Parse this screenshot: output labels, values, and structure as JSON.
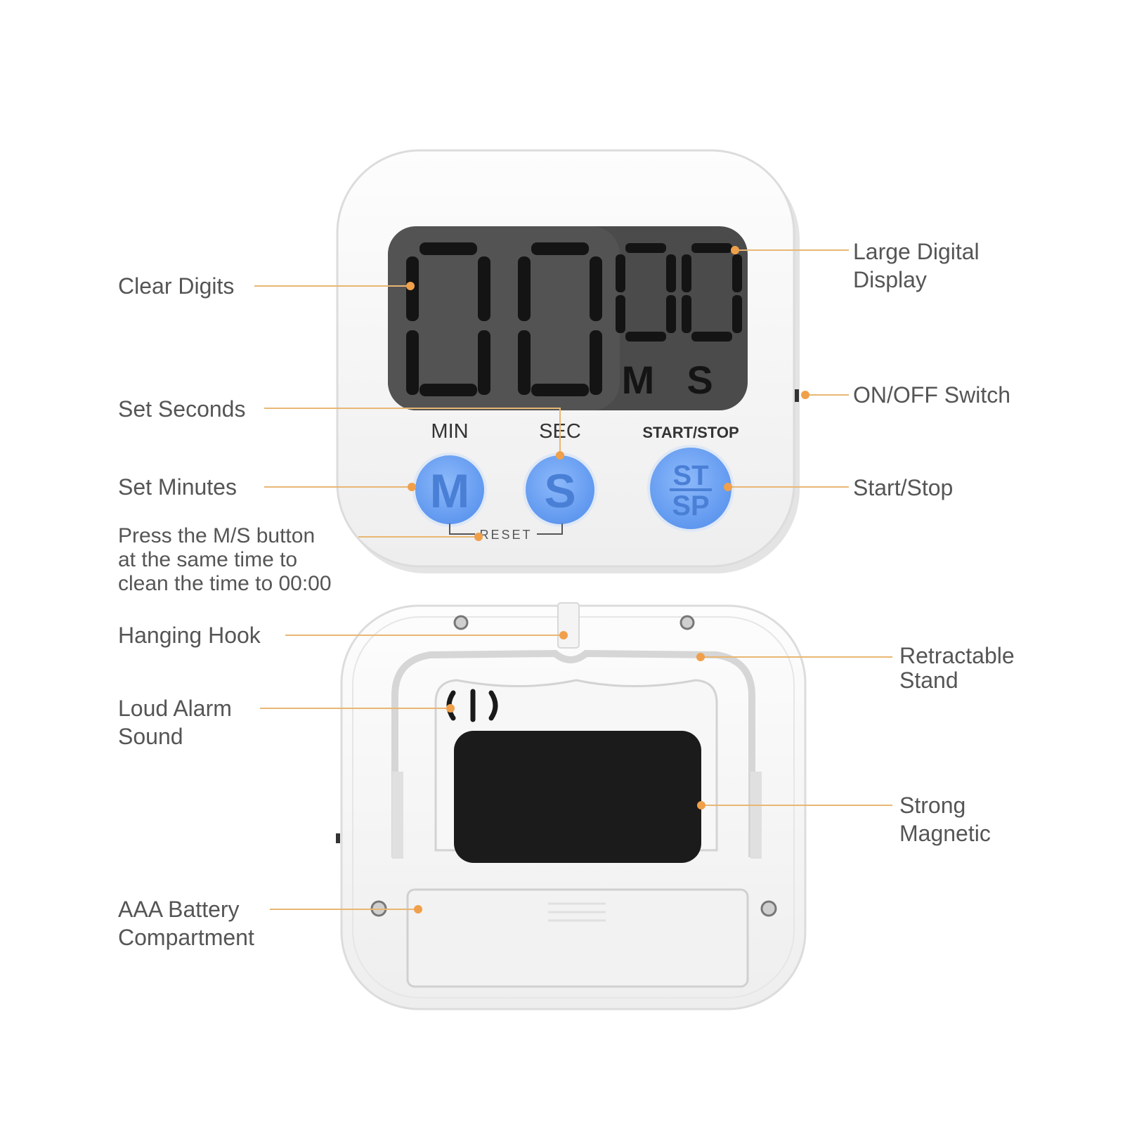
{
  "front": {
    "display": {
      "minutes_digits": "00",
      "seconds_digits": "00",
      "minutes_unit": "M",
      "seconds_unit": "S"
    },
    "button_labels": {
      "min": "MIN",
      "sec": "SEC",
      "start_stop": "START/STOP"
    },
    "buttons": {
      "m": "M",
      "s": "S",
      "st": "ST",
      "sp": "SP"
    },
    "reset_label": "RESET"
  },
  "callouts": {
    "clear_digits": "Clear Digits",
    "large_display": "Large Digital\nDisplay",
    "on_off": "ON/OFF Switch",
    "set_seconds": "Set Seconds",
    "set_minutes": "Set Minutes",
    "start_stop": "Start/Stop",
    "reset_note": "Press the M/S button\nat the same time to\nclean the time to 00:00",
    "hanging_hook": "Hanging Hook",
    "retractable_stand": "Retractable\nStand",
    "loud_alarm": "Loud Alarm\nSound",
    "strong_magnetic": "Strong\nMagnetic",
    "battery": "AAA Battery\nCompartment"
  },
  "colors": {
    "leader_line": "#e8b774",
    "leader_dot": "#f0a04b",
    "button_blue": "#6fa6f5",
    "lcd": "#4b4b4b",
    "segment": "#141414",
    "label_text": "#555555"
  }
}
